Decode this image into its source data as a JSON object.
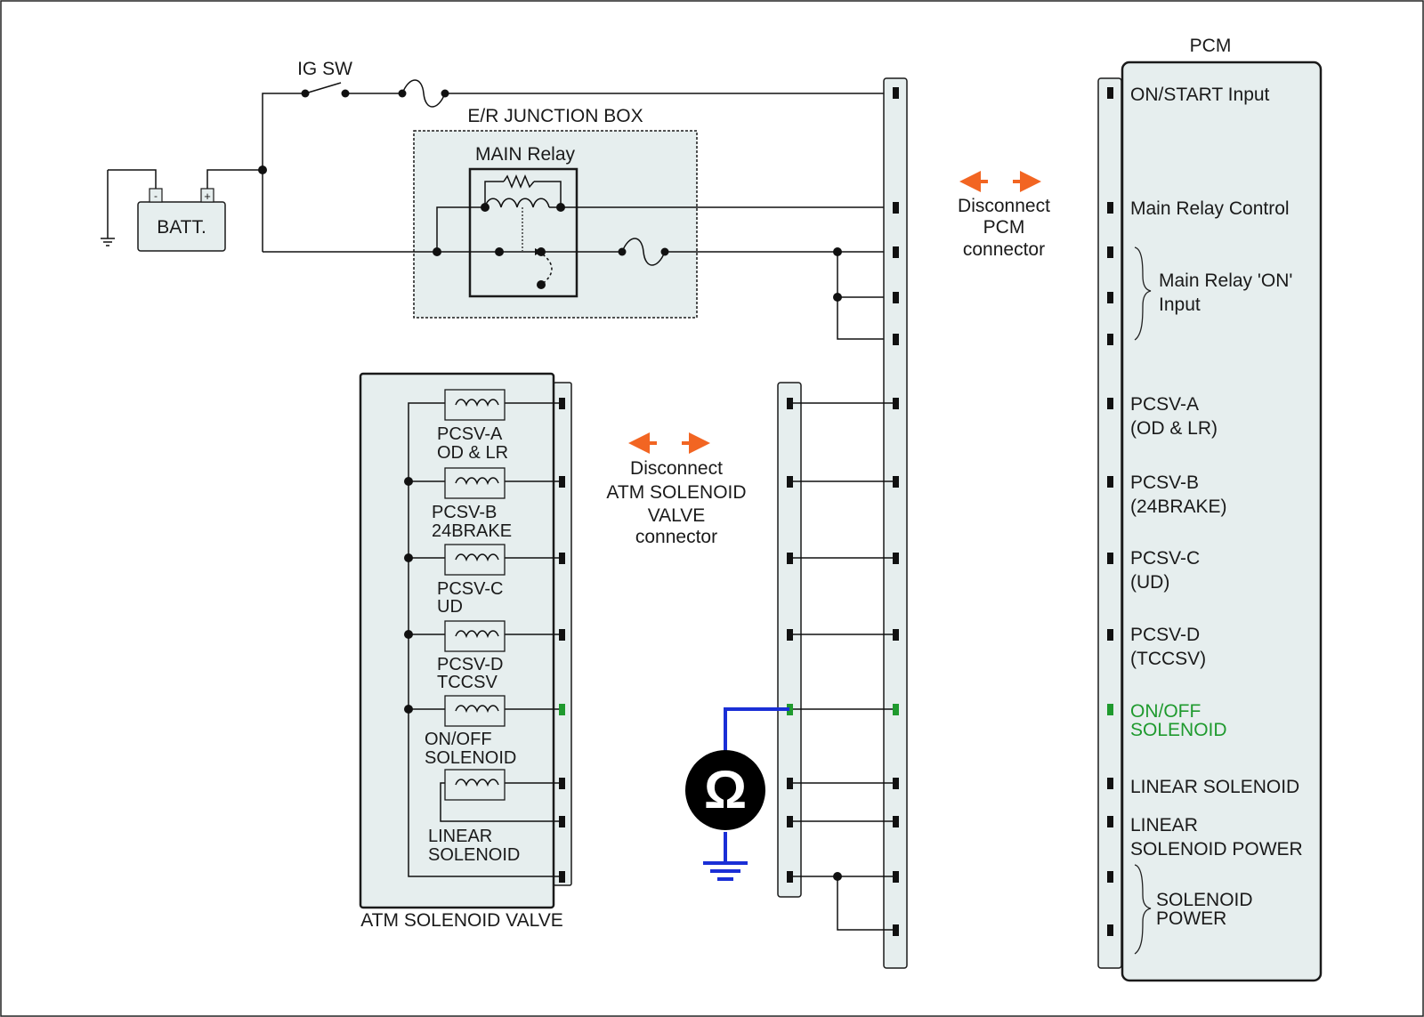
{
  "colors": {
    "accent_arrow": "#f26522",
    "highlight_green": "#1f9a2e",
    "probe_blue": "#1a2fd6",
    "panel_fill": "#e6eeee"
  },
  "labels": {
    "ig_sw": "IG SW",
    "batt": "BATT.",
    "batt_minus": "-",
    "batt_plus": "+",
    "junction_box": "E/R JUNCTION BOX",
    "main_relay": "MAIN Relay",
    "pcm": "PCM",
    "atm_valve": "ATM SOLENOID VALVE",
    "disconnect_pcm": [
      "Disconnect",
      "PCM",
      "connector"
    ],
    "disconnect_atm": [
      "Disconnect",
      "ATM SOLENOID",
      "VALVE",
      "connector"
    ],
    "ohm_symbol": "Ω"
  },
  "solenoids": [
    {
      "line1": "PCSV-A",
      "line2": "OD & LR"
    },
    {
      "line1": "PCSV-B",
      "line2": "24BRAKE"
    },
    {
      "line1": "PCSV-C",
      "line2": "UD"
    },
    {
      "line1": "PCSV-D",
      "line2": "TCCSV"
    },
    {
      "line1": "ON/OFF",
      "line2": "SOLENOID"
    },
    {
      "line1": "LINEAR",
      "line2": "SOLENOID"
    }
  ],
  "pcm_pins": {
    "on_start": "ON/START Input",
    "main_relay_control": "Main Relay Control",
    "main_relay_on": [
      "Main Relay 'ON'",
      "Input"
    ],
    "pcsv_a": [
      "PCSV-A",
      "(OD & LR)"
    ],
    "pcsv_b": [
      "PCSV-B",
      "(24BRAKE)"
    ],
    "pcsv_c": [
      "PCSV-C",
      "(UD)"
    ],
    "pcsv_d": [
      "PCSV-D",
      "(TCCSV)"
    ],
    "on_off_solenoid": [
      "ON/OFF",
      "SOLENOID"
    ],
    "linear_solenoid": "LINEAR SOLENOID",
    "linear_solenoid_power": [
      "LINEAR",
      "SOLENOID POWER"
    ],
    "solenoid_power": [
      "SOLENOID",
      "POWER"
    ]
  }
}
